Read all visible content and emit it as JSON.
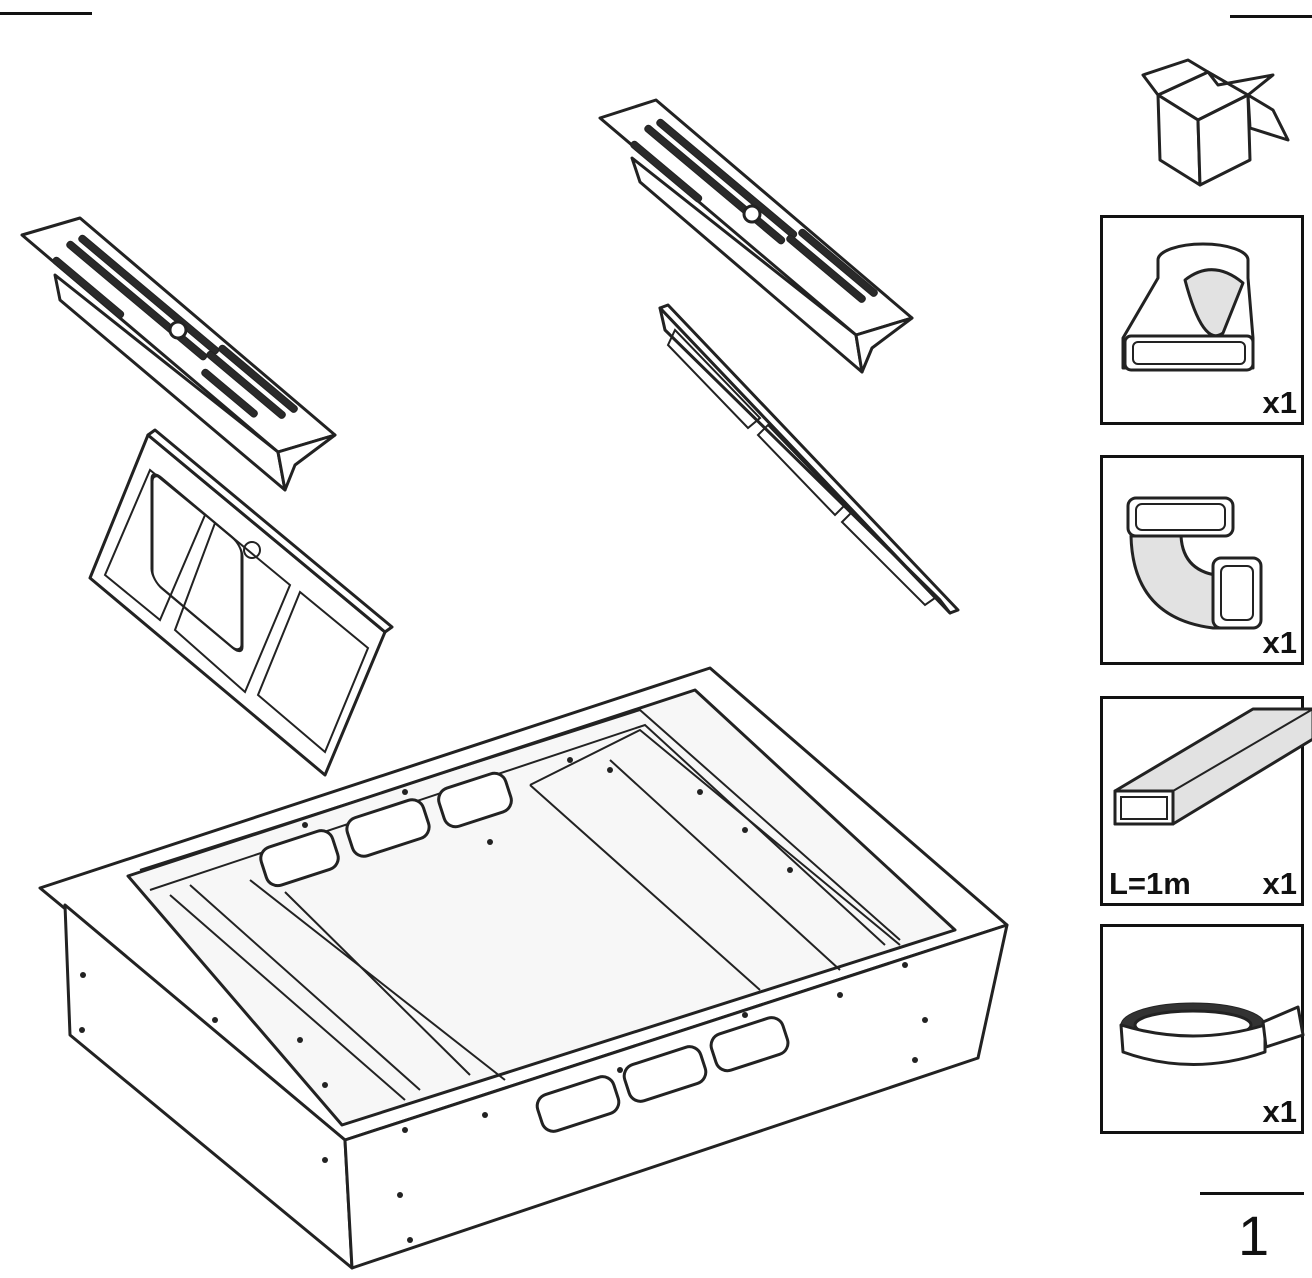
{
  "parts": [
    {
      "name": "box-adapter",
      "quantity": "x1"
    },
    {
      "name": "elbow",
      "quantity": "x1"
    },
    {
      "name": "flat-duct",
      "length": "L=1m",
      "quantity": "x1"
    },
    {
      "name": "tape",
      "quantity": "x1"
    }
  ],
  "page": {
    "number": "1"
  }
}
